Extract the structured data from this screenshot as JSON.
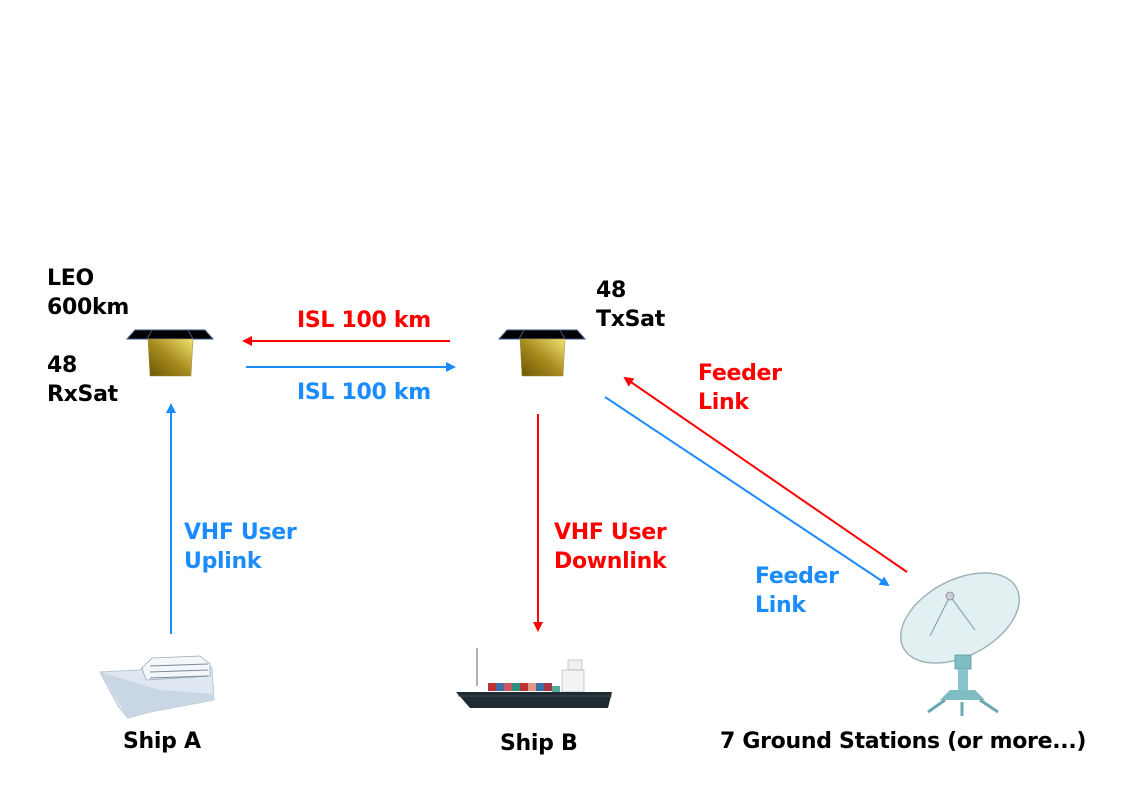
{
  "colors": {
    "uplink": "#1a8cff",
    "downlink": "#ff0000",
    "text": "#000000"
  },
  "rx_sat": {
    "orbit_line1": "LEO",
    "orbit_line2": "600km",
    "count": "48",
    "name": "RxSat"
  },
  "tx_sat": {
    "count": "48",
    "name": "TxSat"
  },
  "links": {
    "isl_back": "ISL 100 km",
    "isl_forward": "ISL 100 km",
    "user_uplink_line1": "VHF User",
    "user_uplink_line2": "Uplink",
    "user_downlink_line1": "VHF User",
    "user_downlink_line2": "Downlink",
    "feeder_up_line1": "Feeder",
    "feeder_up_line2": "Link",
    "feeder_down_line1": "Feeder",
    "feeder_down_line2": "Link"
  },
  "nodes": {
    "ship_a": "Ship A",
    "ship_b": "Ship B",
    "ground": "7 Ground Stations (or more...)"
  }
}
